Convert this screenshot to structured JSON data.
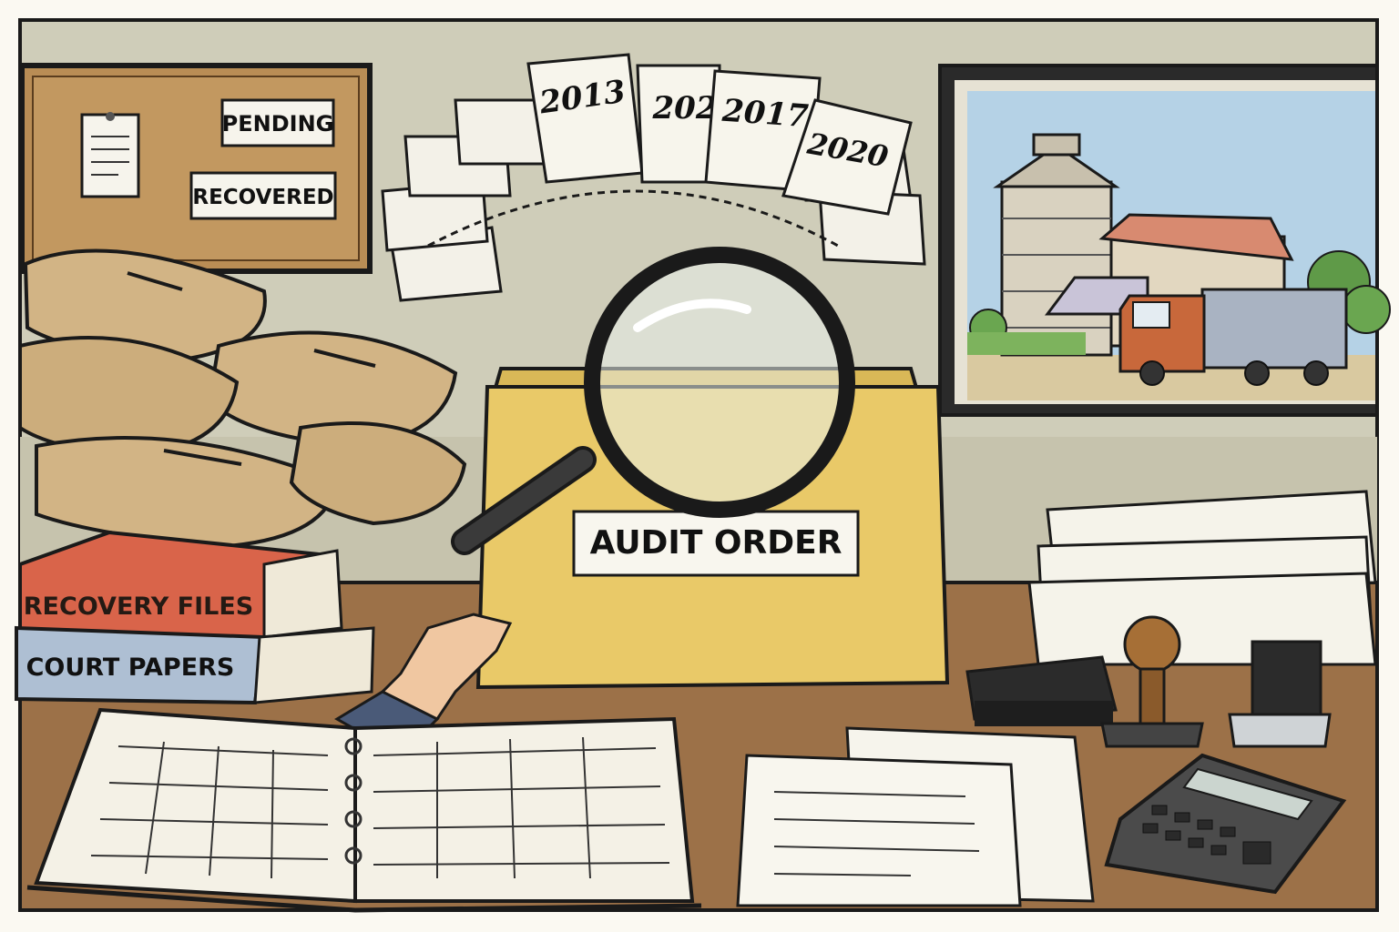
{
  "board": {
    "tag_pending": "PENDING",
    "tag_recovered": "RECOVERED"
  },
  "calendar": {
    "page_1": "2013",
    "page_2": "202",
    "page_3": "2017",
    "page_4": "2020"
  },
  "folder": {
    "label": "AUDIT ORDER"
  },
  "books": {
    "top_spine": "RECOVERY FILES",
    "bottom_spine": "COURT PAPERS"
  },
  "palette": {
    "wall": "#cfcdb9",
    "corkboard": "#b98d55",
    "folder": "#e9c968",
    "desk": "#9c7148",
    "sacks": "#d2b485",
    "red_book": "#d9644a",
    "blue_book": "#aebfd3",
    "truck_cab": "#c8683b"
  }
}
